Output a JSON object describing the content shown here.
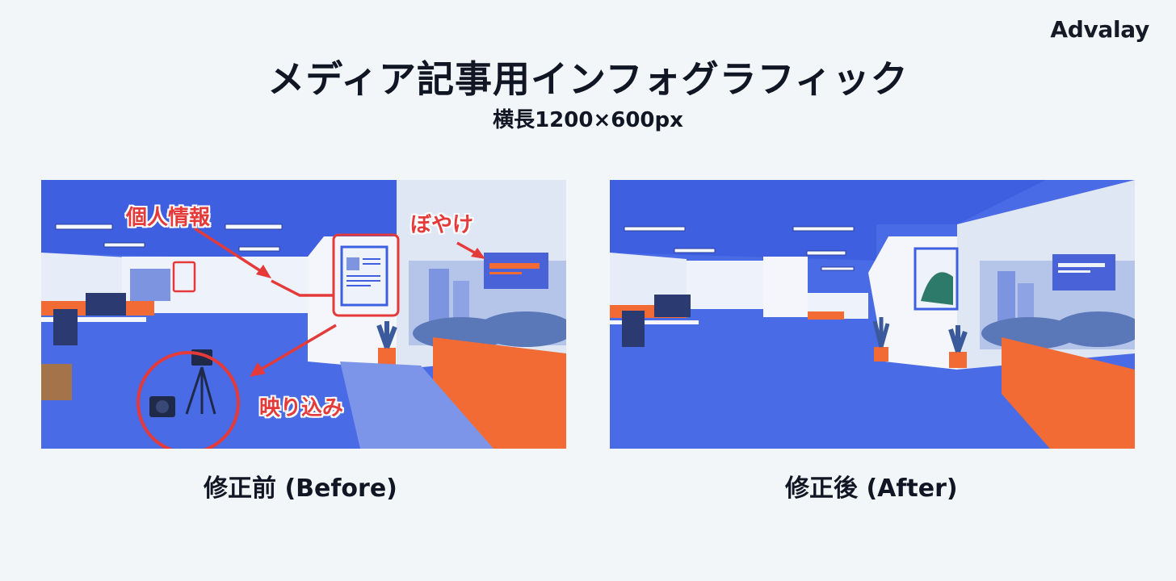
{
  "brand": "Advalay",
  "header": {
    "title": "メディア記事用インフォグラフィック",
    "subtitle": "横長1200×600px"
  },
  "panels": [
    {
      "id": "before",
      "caption": "修正前 (Before)",
      "annotations": [
        {
          "label": "個人情報",
          "target": "id-card-poster"
        },
        {
          "label": "ぼやけ",
          "target": "blurred-billboard"
        },
        {
          "label": "映り込み",
          "target": "camera-tripod"
        }
      ]
    },
    {
      "id": "after",
      "caption": "修正後 (After)",
      "annotations": []
    }
  ],
  "colors": {
    "background": "#f3f6f9",
    "floor_blue": "#4a6be6",
    "ceiling_blue": "#3d5fe0",
    "wall": "#e9eef8",
    "accent_orange": "#f26b35",
    "annotation_red": "#e53a3a",
    "text": "#101623"
  }
}
